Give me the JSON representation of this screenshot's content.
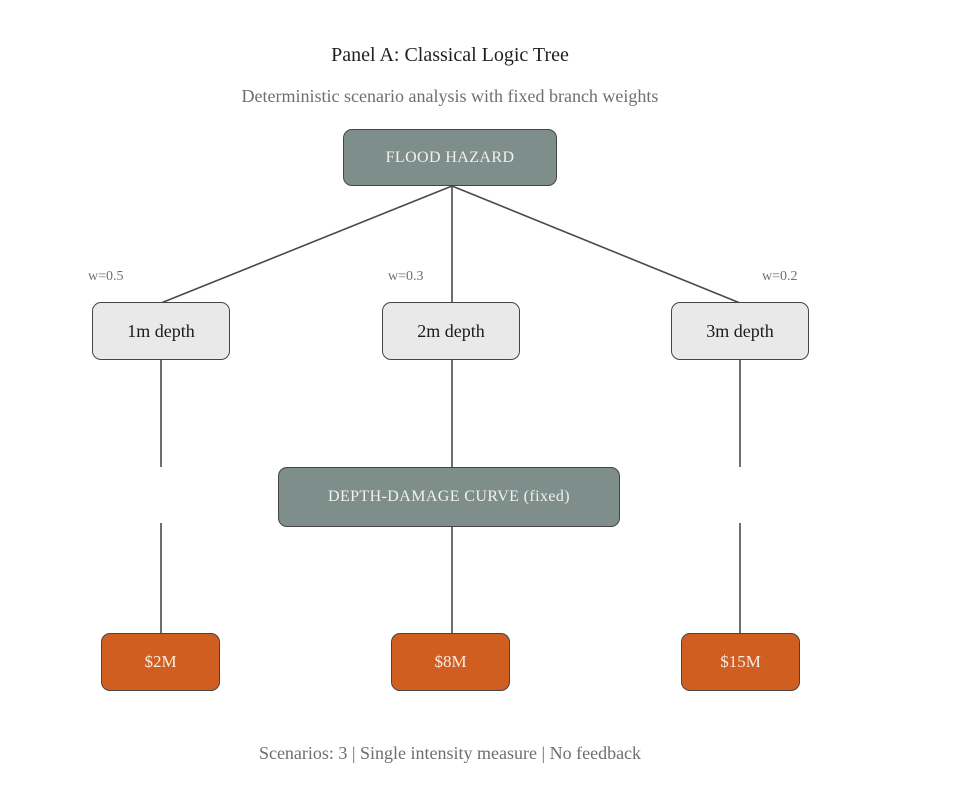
{
  "panel": {
    "title": "Panel A: Classical Logic Tree",
    "subtitle": "Deterministic scenario analysis with fixed branch weights",
    "footer": "Scenarios: 3 | Single intensity measure | No feedback"
  },
  "tree": {
    "root": {
      "label": "FLOOD HAZARD"
    },
    "transform": {
      "label": "DEPTH-DAMAGE CURVE (fixed)"
    },
    "branches": [
      {
        "weight": 0.5,
        "weight_label": "w=0.5",
        "scenario": "1m depth",
        "loss": "$2M"
      },
      {
        "weight": 0.3,
        "weight_label": "w=0.3",
        "scenario": "2m depth",
        "loss": "$8M"
      },
      {
        "weight": 0.2,
        "weight_label": "w=0.2",
        "scenario": "3m depth",
        "loss": "$15M"
      }
    ]
  },
  "colors": {
    "bg": "#ffffff",
    "slate_fill": "#7e8e8b",
    "slate_text": "#f2f1ed",
    "light_fill": "#e9e9e9",
    "light_text": "#1a1a1a",
    "orange_fill": "#d05e20",
    "orange_text": "#f7ece2",
    "node_border": "#454545",
    "line_color": "#4a4a4a",
    "title_color": "#1f1f1f",
    "muted_color": "#6f6f6f"
  }
}
